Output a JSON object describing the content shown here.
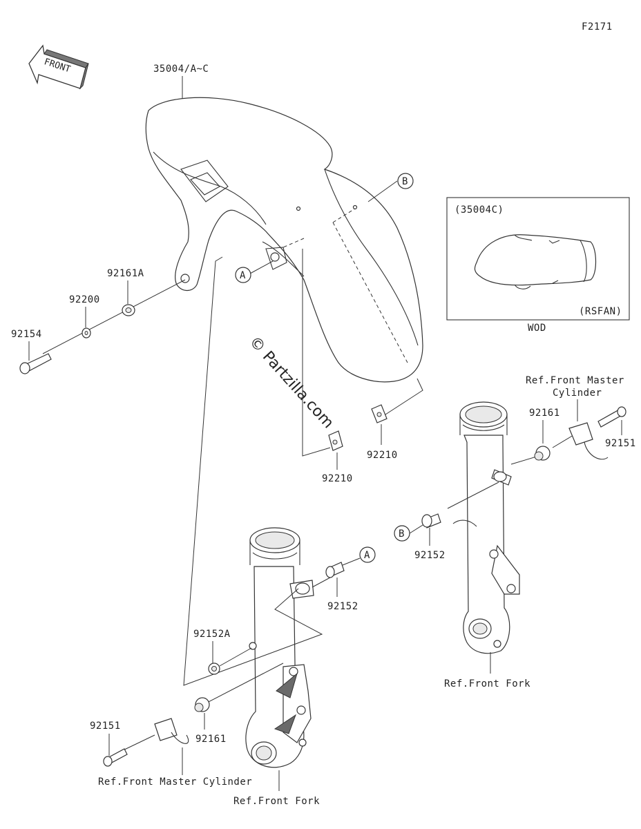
{
  "figure_code": "F2171",
  "front_badge": "FRONT",
  "watermark": "© Partzilla.com",
  "inset": {
    "variant": "(35004C)",
    "option": "(RSFAN)",
    "caption": "WOD"
  },
  "callouts": {
    "a": "A",
    "b": "B"
  },
  "labels": {
    "fender": "35004/A~C",
    "washer_92200": "92200",
    "collar_92161a": "92161A",
    "bolt_92154": "92154",
    "nut_92210_upper": "92210",
    "nut_92210_lower": "92210",
    "bolt_92152_b": "92152",
    "bolt_92152_a": "92152",
    "collar_92152a": "92152A",
    "collar_92161_right": "92161",
    "collar_92161_left": "92161",
    "bolt_92151_right": "92151",
    "bolt_92151_left": "92151",
    "ref_master_cyl_right_1": "Ref.Front Master",
    "ref_master_cyl_right_2": "Cylinder",
    "ref_master_cyl_left": "Ref.Front Master Cylinder",
    "ref_fork_right": "Ref.Front Fork",
    "ref_fork_left": "Ref.Front Fork"
  }
}
